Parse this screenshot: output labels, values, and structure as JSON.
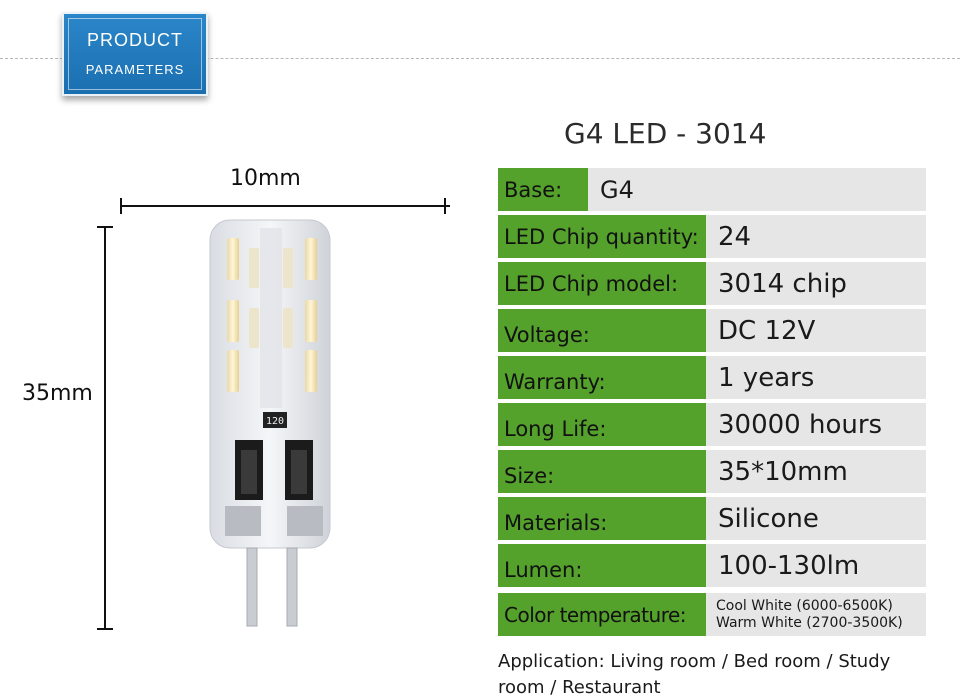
{
  "header": {
    "badge_line1": "PRODUCT",
    "badge_line2": "PARAMETERS"
  },
  "product": {
    "title": "G4 LED - 3014",
    "width_label": "10mm",
    "height_label": "35mm",
    "chip_marking": "120"
  },
  "specs": [
    {
      "label": "Base:",
      "value": "G4"
    },
    {
      "label": "LED Chip quantity:",
      "value": "24"
    },
    {
      "label": "LED Chip model:",
      "value": "3014 chip"
    },
    {
      "label": "Voltage:",
      "value": "DC 12V"
    },
    {
      "label": "Warranty:",
      "value": " 1 years"
    },
    {
      "label": "Long Life:",
      "value": "30000 hours"
    },
    {
      "label": "Size:",
      "value": "35*10mm"
    },
    {
      "label": "Materials:",
      "value": "Silicone"
    },
    {
      "label": "Lumen:",
      "value": "100-130lm"
    },
    {
      "label": "Color temperature:",
      "value_line1": "Cool White (6000-6500K)",
      "value_line2": "Warm White (2700-3500K)"
    }
  ],
  "application": "Application: Living room / Bed room  / Study room / Restaurant",
  "colors": {
    "label_green": "#54a12b",
    "value_gray": "#e6e6e6",
    "badge_blue": "#1a6fb0"
  }
}
